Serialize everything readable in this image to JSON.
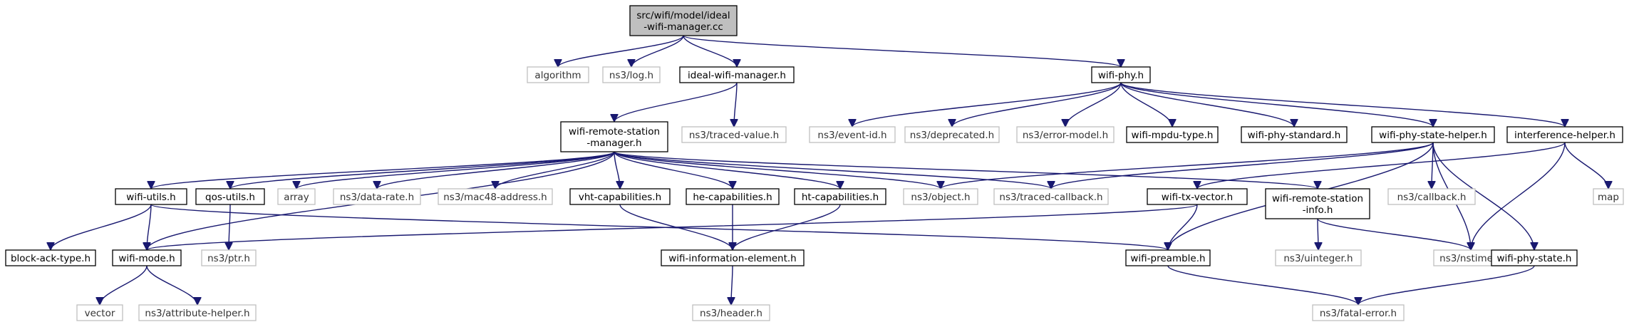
{
  "nodes": [
    {
      "id": "ideal_cc",
      "label": [
        "src/wifi/model/ideal",
        "-wifi-manager.cc"
      ],
      "kind": "root"
    },
    {
      "id": "algorithm",
      "label": [
        "algorithm"
      ],
      "kind": "ext"
    },
    {
      "id": "ns3_log",
      "label": [
        "ns3/log.h"
      ],
      "kind": "ext"
    },
    {
      "id": "ideal_h",
      "label": [
        "ideal-wifi-manager.h"
      ],
      "kind": "local"
    },
    {
      "id": "wifi_phy",
      "label": [
        "wifi-phy.h"
      ],
      "kind": "local"
    },
    {
      "id": "wrsm",
      "label": [
        "wifi-remote-station",
        "-manager.h"
      ],
      "kind": "local"
    },
    {
      "id": "traced_value",
      "label": [
        "ns3/traced-value.h"
      ],
      "kind": "ext"
    },
    {
      "id": "event_id",
      "label": [
        "ns3/event-id.h"
      ],
      "kind": "ext"
    },
    {
      "id": "deprecated",
      "label": [
        "ns3/deprecated.h"
      ],
      "kind": "ext"
    },
    {
      "id": "error_model",
      "label": [
        "ns3/error-model.h"
      ],
      "kind": "ext"
    },
    {
      "id": "mpdu_type",
      "label": [
        "wifi-mpdu-type.h"
      ],
      "kind": "local"
    },
    {
      "id": "phy_standard",
      "label": [
        "wifi-phy-standard.h"
      ],
      "kind": "local"
    },
    {
      "id": "phy_state_helper",
      "label": [
        "wifi-phy-state-helper.h"
      ],
      "kind": "local"
    },
    {
      "id": "interference",
      "label": [
        "interference-helper.h"
      ],
      "kind": "local"
    },
    {
      "id": "wifi_utils",
      "label": [
        "wifi-utils.h"
      ],
      "kind": "local"
    },
    {
      "id": "qos_utils",
      "label": [
        "qos-utils.h"
      ],
      "kind": "local"
    },
    {
      "id": "array",
      "label": [
        "array"
      ],
      "kind": "ext"
    },
    {
      "id": "data_rate",
      "label": [
        "ns3/data-rate.h"
      ],
      "kind": "ext"
    },
    {
      "id": "mac48",
      "label": [
        "ns3/mac48-address.h"
      ],
      "kind": "ext"
    },
    {
      "id": "vht",
      "label": [
        "vht-capabilities.h"
      ],
      "kind": "local"
    },
    {
      "id": "he",
      "label": [
        "he-capabilities.h"
      ],
      "kind": "local"
    },
    {
      "id": "ht",
      "label": [
        "ht-capabilities.h"
      ],
      "kind": "local"
    },
    {
      "id": "object",
      "label": [
        "ns3/object.h"
      ],
      "kind": "ext"
    },
    {
      "id": "traced_cb",
      "label": [
        "ns3/traced-callback.h"
      ],
      "kind": "ext"
    },
    {
      "id": "tx_vector",
      "label": [
        "wifi-tx-vector.h"
      ],
      "kind": "local"
    },
    {
      "id": "wrsi",
      "label": [
        "wifi-remote-station",
        "-info.h"
      ],
      "kind": "local"
    },
    {
      "id": "callback",
      "label": [
        "ns3/callback.h"
      ],
      "kind": "ext"
    },
    {
      "id": "map",
      "label": [
        "map"
      ],
      "kind": "ext"
    },
    {
      "id": "block_ack",
      "label": [
        "block-ack-type.h"
      ],
      "kind": "local"
    },
    {
      "id": "wifi_mode",
      "label": [
        "wifi-mode.h"
      ],
      "kind": "local"
    },
    {
      "id": "ptr",
      "label": [
        "ns3/ptr.h"
      ],
      "kind": "ext"
    },
    {
      "id": "info_elem",
      "label": [
        "wifi-information-element.h"
      ],
      "kind": "local"
    },
    {
      "id": "preamble",
      "label": [
        "wifi-preamble.h"
      ],
      "kind": "local"
    },
    {
      "id": "uinteger",
      "label": [
        "ns3/uinteger.h"
      ],
      "kind": "ext"
    },
    {
      "id": "nstime",
      "label": [
        "ns3/nstime.h"
      ],
      "kind": "ext"
    },
    {
      "id": "phy_state",
      "label": [
        "wifi-phy-state.h"
      ],
      "kind": "local"
    },
    {
      "id": "vector",
      "label": [
        "vector"
      ],
      "kind": "ext"
    },
    {
      "id": "attr_helper",
      "label": [
        "ns3/attribute-helper.h"
      ],
      "kind": "ext"
    },
    {
      "id": "header",
      "label": [
        "ns3/header.h"
      ],
      "kind": "ext"
    },
    {
      "id": "fatal_error",
      "label": [
        "ns3/fatal-error.h"
      ],
      "kind": "ext"
    }
  ],
  "edges": [
    [
      "ideal_cc",
      "algorithm"
    ],
    [
      "ideal_cc",
      "ns3_log"
    ],
    [
      "ideal_cc",
      "ideal_h"
    ],
    [
      "ideal_cc",
      "wifi_phy"
    ],
    [
      "ideal_h",
      "wrsm"
    ],
    [
      "ideal_h",
      "traced_value"
    ],
    [
      "wifi_phy",
      "event_id"
    ],
    [
      "wifi_phy",
      "deprecated"
    ],
    [
      "wifi_phy",
      "error_model"
    ],
    [
      "wifi_phy",
      "mpdu_type"
    ],
    [
      "wifi_phy",
      "phy_standard"
    ],
    [
      "wifi_phy",
      "phy_state_helper"
    ],
    [
      "wifi_phy",
      "interference"
    ],
    [
      "wrsm",
      "wifi_utils"
    ],
    [
      "wrsm",
      "qos_utils"
    ],
    [
      "wrsm",
      "array"
    ],
    [
      "wrsm",
      "data_rate"
    ],
    [
      "wrsm",
      "mac48"
    ],
    [
      "wrsm",
      "vht"
    ],
    [
      "wrsm",
      "he"
    ],
    [
      "wrsm",
      "ht"
    ],
    [
      "wrsm",
      "object"
    ],
    [
      "wrsm",
      "traced_cb"
    ],
    [
      "wrsm",
      "wrsi"
    ],
    [
      "wrsm",
      "wifi_mode"
    ],
    [
      "phy_state_helper",
      "object"
    ],
    [
      "phy_state_helper",
      "traced_cb"
    ],
    [
      "phy_state_helper",
      "callback"
    ],
    [
      "phy_state_helper",
      "preamble"
    ],
    [
      "phy_state_helper",
      "nstime"
    ],
    [
      "phy_state_helper",
      "phy_state"
    ],
    [
      "interference",
      "tx_vector"
    ],
    [
      "interference",
      "map"
    ],
    [
      "interference",
      "nstime"
    ],
    [
      "wifi_utils",
      "block_ack"
    ],
    [
      "wifi_utils",
      "wifi_mode"
    ],
    [
      "wifi_utils",
      "preamble"
    ],
    [
      "qos_utils",
      "ptr"
    ],
    [
      "vht",
      "info_elem"
    ],
    [
      "he",
      "info_elem"
    ],
    [
      "ht",
      "info_elem"
    ],
    [
      "tx_vector",
      "wifi_mode"
    ],
    [
      "tx_vector",
      "preamble"
    ],
    [
      "wrsi",
      "uinteger"
    ],
    [
      "wrsi",
      "nstime"
    ],
    [
      "wifi_mode",
      "vector"
    ],
    [
      "wifi_mode",
      "attr_helper"
    ],
    [
      "info_elem",
      "header"
    ],
    [
      "preamble",
      "fatal_error"
    ],
    [
      "phy_state",
      "fatal_error"
    ]
  ]
}
